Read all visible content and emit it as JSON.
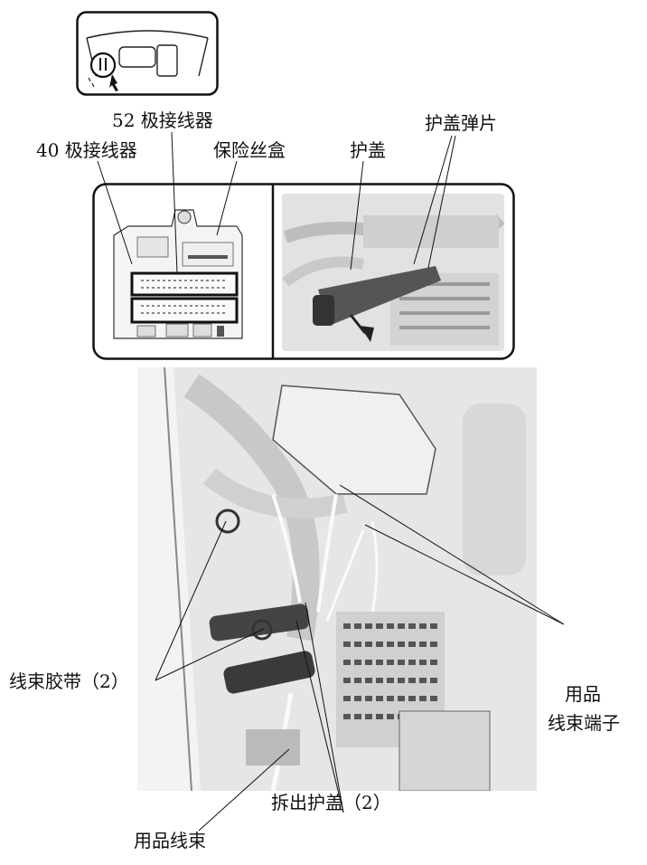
{
  "labels": {
    "pin52": "52 极接线器",
    "pin40": "40 极接线器",
    "fuse_box": "保险丝盒",
    "cover": "护盖",
    "cover_spring": "护盖弹片",
    "harness_tie": "线束胶带（2）",
    "acc_terminal_line1": "用品",
    "acc_terminal_line2": "线束端子",
    "remove_cover": "拆出护盖（2）",
    "acc_harness": "用品线束"
  }
}
